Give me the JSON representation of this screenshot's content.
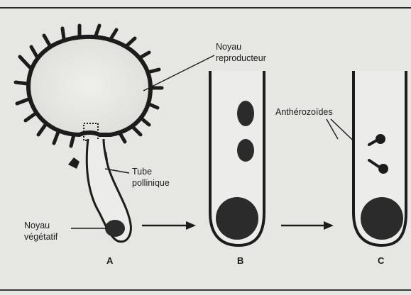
{
  "labels": {
    "noyau_reproducteur_line1": "Noyau",
    "noyau_reproducteur_line2": "reproducteur",
    "tube_pollinique_line1": "Tube",
    "tube_pollinique_line2": "pollinique",
    "noyau_vegetatif_line1": "Noyau",
    "noyau_vegetatif_line2": "végétatif",
    "antherozoides": "Anthérozoïdes"
  },
  "panels": {
    "a": "A",
    "b": "B",
    "c": "C"
  },
  "colors": {
    "background": "#e6e6e3",
    "ink": "#1c1c1c",
    "nucleus": "#2b2b2b"
  }
}
